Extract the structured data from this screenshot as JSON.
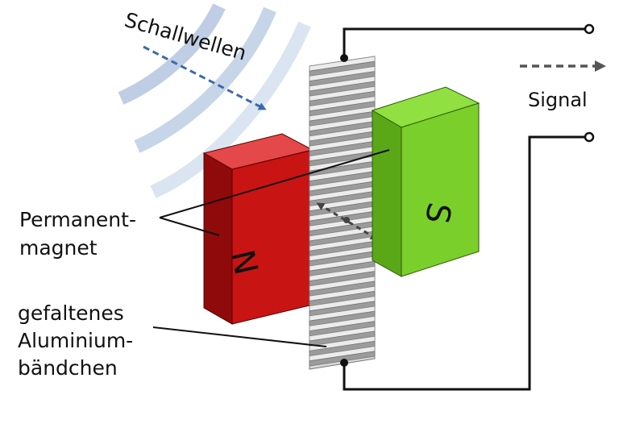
{
  "labels": {
    "sound_waves": "Schallwellen",
    "signal": "Signal",
    "magnet_line1": "Permanent-",
    "magnet_line2": "magnet",
    "ribbon_line1": "gefaltenes",
    "ribbon_line2": "Aluminium-",
    "ribbon_line3": "bändchen",
    "north_pole": "N",
    "south_pole": "S"
  },
  "colors": {
    "north_front": "#c91414",
    "north_side": "#8f0a0a",
    "north_top": "#e44848",
    "south_front": "#5aa818",
    "south_side": "#7acf2a",
    "south_top": "#8fe040",
    "waves": "#a9bedb",
    "sound_arrow": "#3a6aab",
    "signal_arrow": "#555555",
    "wire": "#111111",
    "ribbon_light": "#ececec",
    "ribbon_dark": "#9b9b9b"
  }
}
